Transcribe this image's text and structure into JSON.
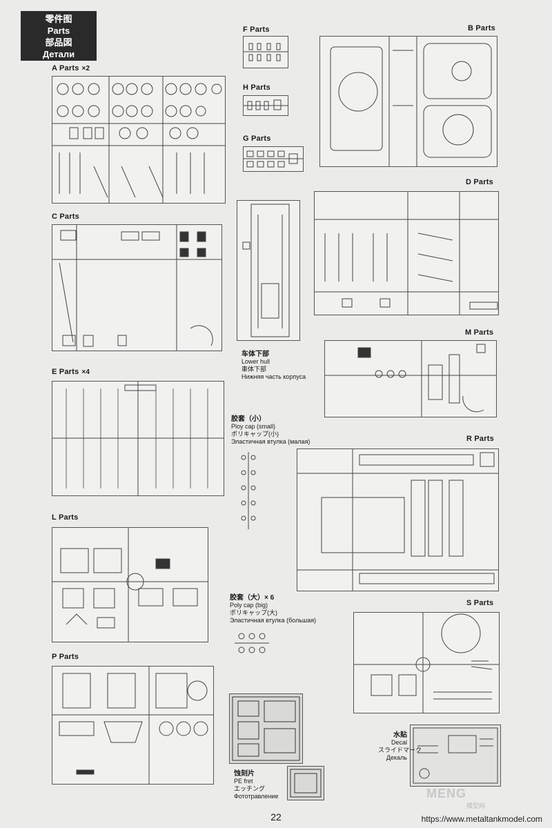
{
  "header": {
    "zh": "零件图",
    "en": "Parts",
    "ja": "部品図",
    "ru": "Детали"
  },
  "sprues": [
    {
      "id": "A",
      "label": "A Parts",
      "mult": "×2"
    },
    {
      "id": "F",
      "label": "F Parts",
      "mult": ""
    },
    {
      "id": "H",
      "label": "H Parts",
      "mult": ""
    },
    {
      "id": "G",
      "label": "G Parts",
      "mult": ""
    },
    {
      "id": "B",
      "label": "B Parts",
      "mult": ""
    },
    {
      "id": "C",
      "label": "C Parts",
      "mult": ""
    },
    {
      "id": "D",
      "label": "D Parts",
      "mult": ""
    },
    {
      "id": "M",
      "label": "M Parts",
      "mult": ""
    },
    {
      "id": "E",
      "label": "E Parts",
      "mult": "×4"
    },
    {
      "id": "R",
      "label": "R Parts",
      "mult": ""
    },
    {
      "id": "L",
      "label": "L Parts",
      "mult": ""
    },
    {
      "id": "S",
      "label": "S Parts",
      "mult": ""
    },
    {
      "id": "P",
      "label": "P Parts",
      "mult": ""
    }
  ],
  "captions": {
    "lower_hull": {
      "zh": "车体下部",
      "en": "Lower hull",
      "ja": "車体下部",
      "ru": "Нижняя часть корпуса"
    },
    "poly_small": {
      "zh": "胶套（小）",
      "en": "Ploy cap (small)",
      "ja": "ポリキャップ(小)",
      "ru": "Эластичная втулка (малая)"
    },
    "poly_big": {
      "zh": "胶套（大）× 6",
      "en": "Poly cap (big)",
      "ja": "ポリキャップ(大)",
      "ru": "Эластичная втулка (большая)"
    },
    "pe": {
      "zh": "蚀刻片",
      "en": "PE fret",
      "ja": "エッチング",
      "ru": "Фототравление"
    },
    "decal": {
      "zh": "水贴",
      "en": "Decal",
      "ja": "スライドマーク",
      "ru": "Декаль"
    }
  },
  "page_number": "22",
  "url": "https://www.metaltankmodel.com",
  "watermark": "MENG",
  "watermark_sub": "模型网"
}
